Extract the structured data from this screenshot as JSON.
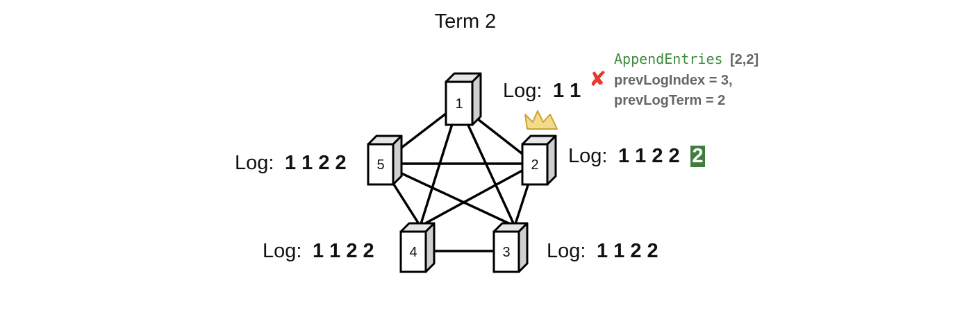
{
  "title": "Term 2",
  "log_prefix": "Log:",
  "nodes": [
    {
      "id": "1",
      "log": "1 1"
    },
    {
      "id": "2",
      "log": "1 1 2 2",
      "new_entry": "2",
      "is_leader": true
    },
    {
      "id": "3",
      "log": "1 1 2 2"
    },
    {
      "id": "4",
      "log": "1 1 2 2"
    },
    {
      "id": "5",
      "log": "1 1 2 2"
    }
  ],
  "edges": [
    [
      "1",
      "2"
    ],
    [
      "1",
      "5"
    ],
    [
      "1",
      "3"
    ],
    [
      "1",
      "4"
    ],
    [
      "2",
      "5"
    ],
    [
      "2",
      "3"
    ],
    [
      "2",
      "4"
    ],
    [
      "3",
      "4"
    ],
    [
      "3",
      "5"
    ],
    [
      "4",
      "5"
    ]
  ],
  "message": {
    "name": "AppendEntries",
    "args": "[2,2]",
    "line1": "prevLogIndex = 3,",
    "line2": "prevLogTerm = 2",
    "reject_symbol": "✘"
  },
  "colors": {
    "message_name": "#3f8a3f",
    "message_text": "#666666",
    "reject": "#e8382c",
    "new_entry_bg": "#3f7d3f",
    "crown_fill": "#f2dc8c",
    "crown_stroke": "#c9a232",
    "server_side": "#cfcfcf",
    "server_top": "#e6e6e6"
  }
}
